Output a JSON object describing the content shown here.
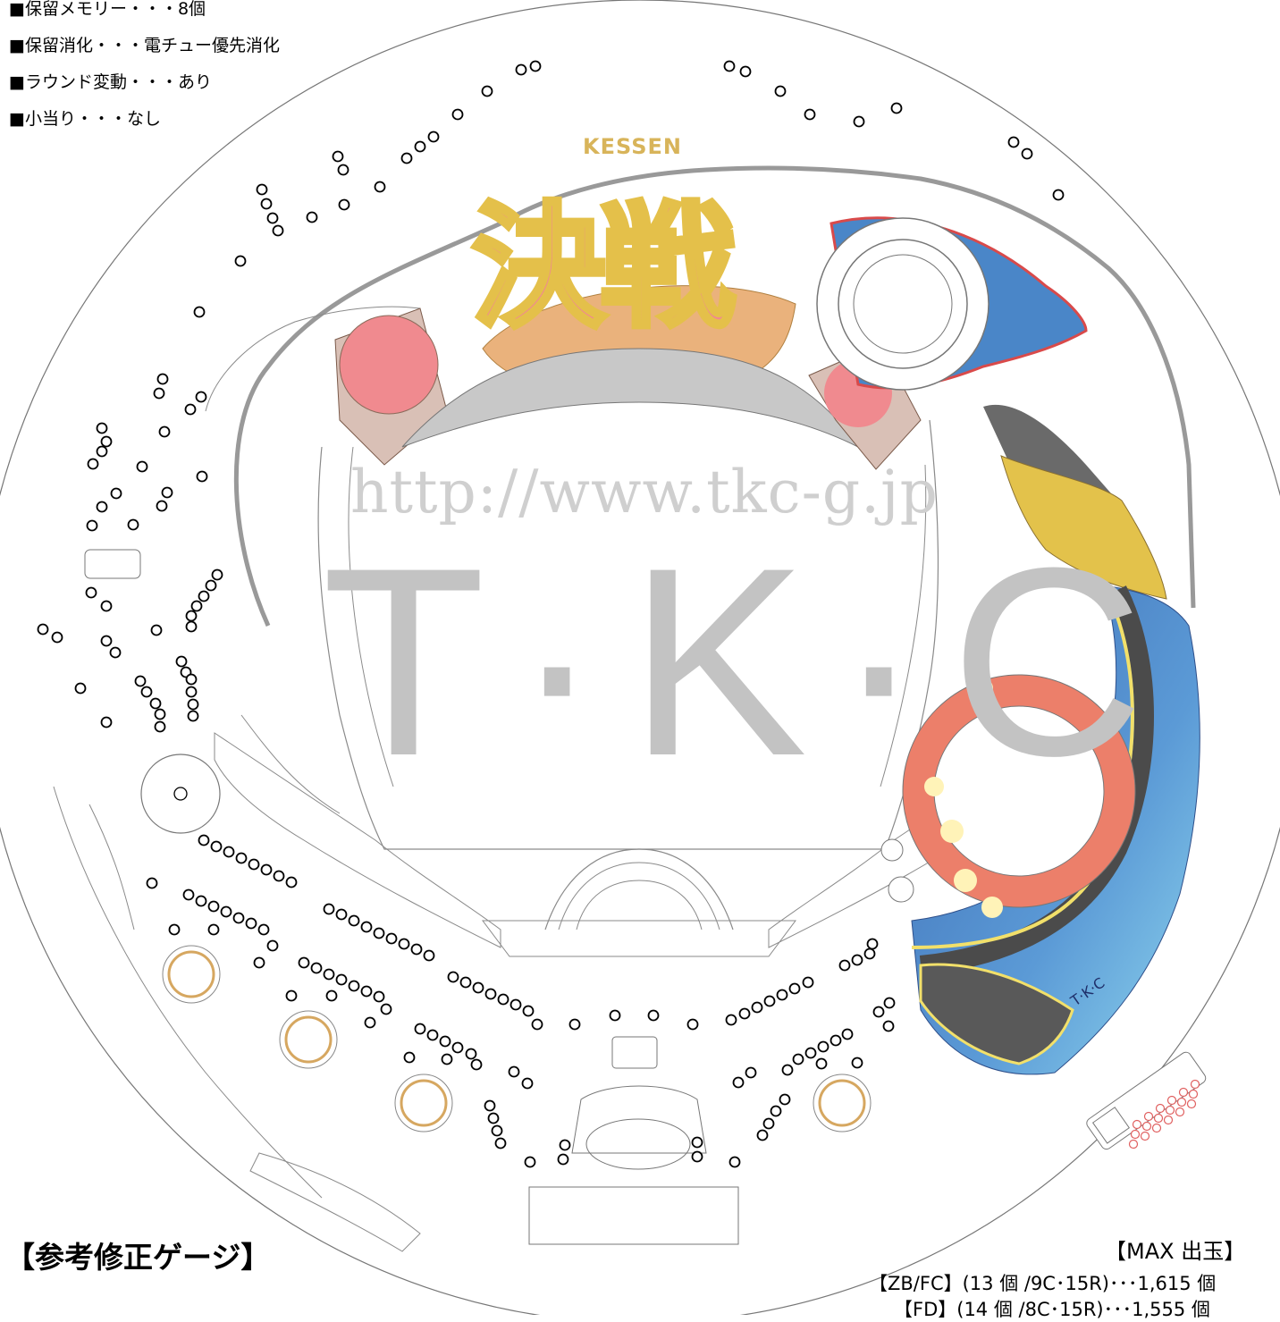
{
  "spec_list": [
    "■保留メモリー・・・8個",
    "■保留消化・・・電チュー優先消化",
    "■ラウンド変動・・・あり",
    "■小当り・・・なし"
  ],
  "logo": {
    "english": "KESSEN",
    "japanese": "決戦"
  },
  "watermark": {
    "url": "http://www.tkc-g.jp",
    "big": "T·K·C"
  },
  "small_mark": "T·K·C",
  "ref_gauge_title": "【参考修正ゲージ】",
  "max_payout": {
    "title": "【MAX 出玉】",
    "lines": [
      "【ZB/FC】(13 個 /9C･15R)･･･1,615 個",
      "【FD】(14 個 /8C･15R)･･･1,555 個"
    ]
  },
  "colors": {
    "logo_pink": "#f08a8f",
    "logo_gold": "#e4c04a",
    "wing_blue": "#4a86c8",
    "wing_yellow": "#e3c24b",
    "wheel_red": "#ec7f6a",
    "attacker_gold": "#d6a760",
    "watermark_gray": "#c3c3c3"
  }
}
